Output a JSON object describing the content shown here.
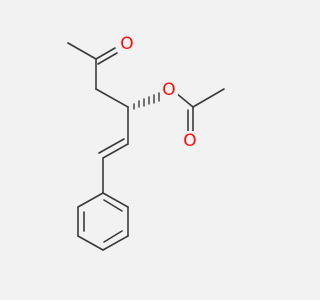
{
  "molecule": {
    "atoms": [
      {
        "id": "O-ketone",
        "label": "O"
      },
      {
        "id": "O-ester",
        "label": "O"
      },
      {
        "id": "O-carbonyl",
        "label": "O"
      }
    ]
  },
  "colors": {
    "background": "#f2f2f2",
    "bond": "#3a3a3a",
    "oxygen": "#ff0d0d"
  }
}
